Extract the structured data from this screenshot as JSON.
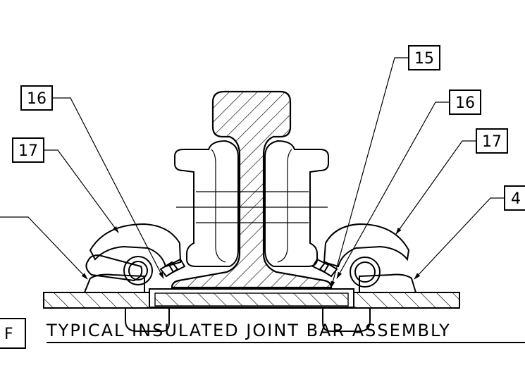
{
  "callouts": {
    "c15": "15",
    "c16_left": "16",
    "c16_right": "16",
    "c17_left": "17",
    "c17_right": "17",
    "c4": "4"
  },
  "detail_tag": "F",
  "title": "TYPICAL INSULATED JOINT BAR ASSEMBLY"
}
